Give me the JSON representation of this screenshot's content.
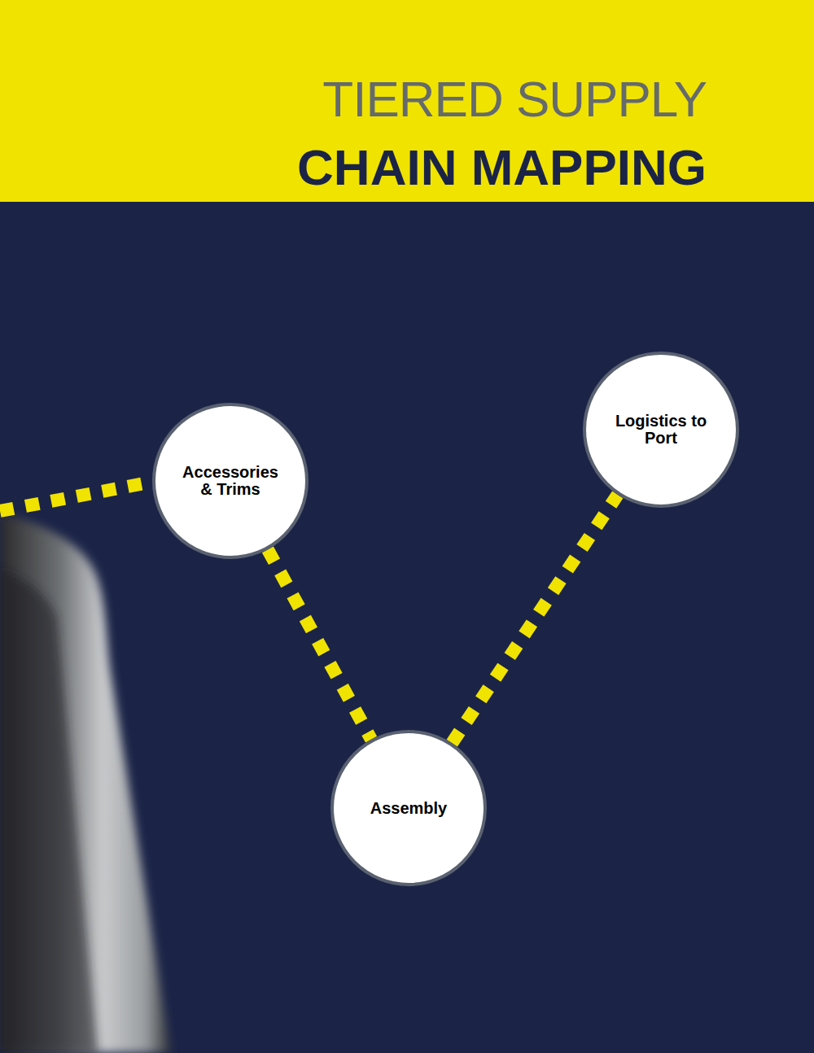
{
  "diagram": {
    "title": "TIERED SUPPLY",
    "nodes": [
      {
        "text": [
          "Accessories & Trims"
        ]
      },
      {
        "text": [
          "Assembly"
        ]
      },
      {
        "text": [
          "Logistics to Port"
        ]
      }
    ],
    "edges": [
      {
        "from": 0,
        "to": 1,
        "arrow": "none"
      },
      {
        "from": 1,
        "to": 2,
        "arrow": "none"
      }
    ],
    "labels": [
      "CHAIN MAPPING"
    ]
  }
}
